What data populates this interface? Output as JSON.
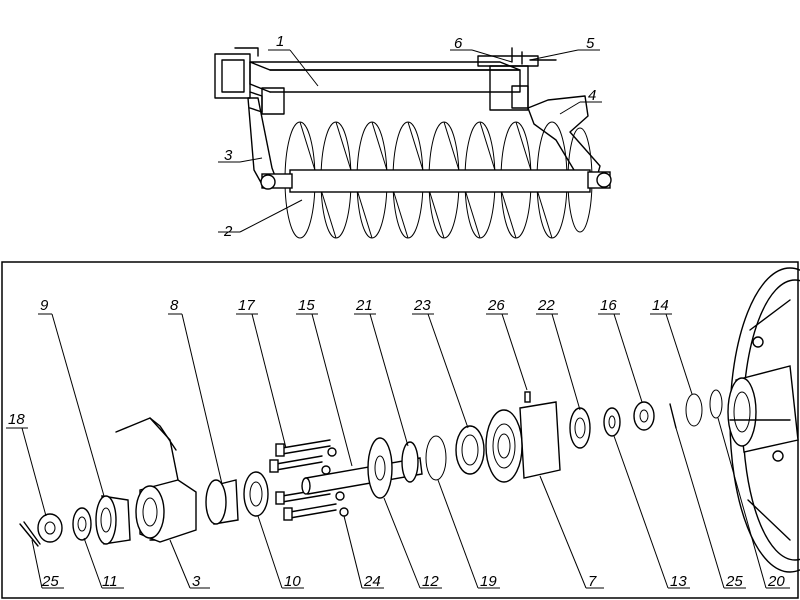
{
  "labels": {
    "top": [
      "1",
      "2",
      "3",
      "4",
      "5",
      "6"
    ],
    "bottom": [
      "9",
      "8",
      "17",
      "15",
      "21",
      "23",
      "26",
      "22",
      "16",
      "14",
      "18",
      "25",
      "11",
      "3",
      "10",
      "24",
      "12",
      "19",
      "7",
      "13",
      "25",
      "20"
    ]
  }
}
